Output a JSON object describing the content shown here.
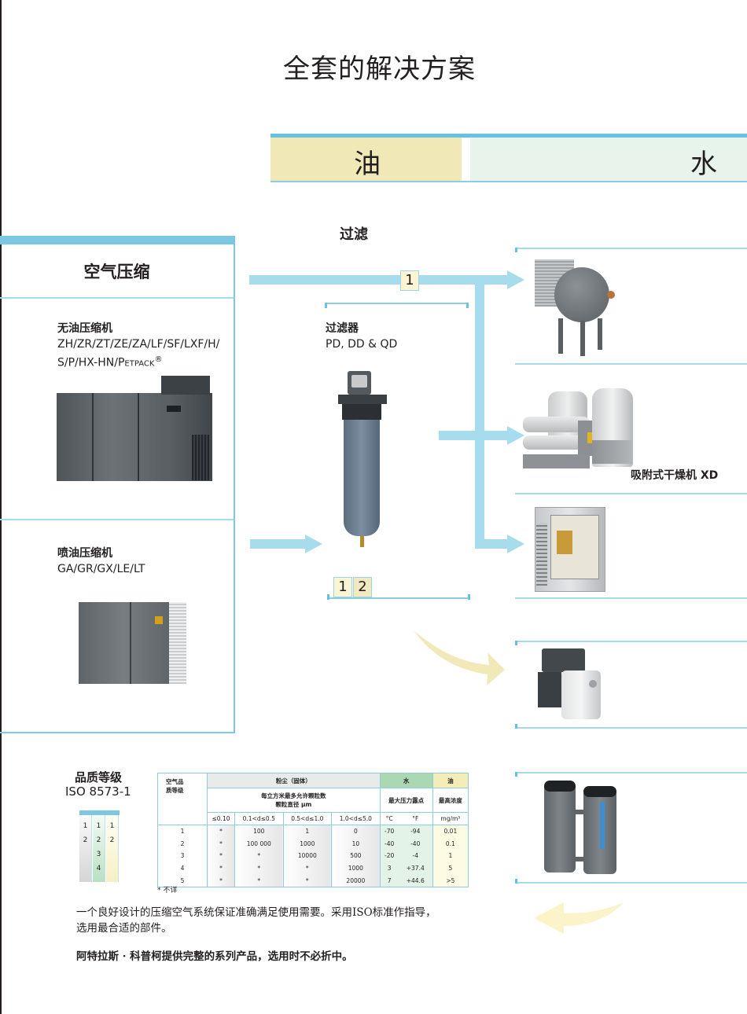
{
  "title": "全套的解决方案",
  "band": {
    "oil": "油",
    "water": "水"
  },
  "air_compression": {
    "heading": "空气压缩",
    "oil_free": {
      "name": "无油压缩机",
      "models_line1": "ZH/ZR/ZT/ZE/ZA/LF/SF/LXF/H/",
      "models_line2_prefix": "S/P/HX-HN/P",
      "models_line2_smallcaps": "ETPACK",
      "models_line2_suffix": "®"
    },
    "oil_injected": {
      "name": "喷油压缩机",
      "models": "GA/GR/GX/LE/LT"
    }
  },
  "filtration": {
    "heading": "过滤",
    "flow_number": "1",
    "filter": {
      "name": "过滤器",
      "models": "PD, DD & QD"
    },
    "class_numbers": [
      "1",
      "2"
    ]
  },
  "right_products": {
    "adsorption_dryer_label": "吸附式干燥机 XD"
  },
  "quality": {
    "title": "品质等级",
    "standard": "ISO 8573-1",
    "mini_table": {
      "col1": [
        "1",
        "2"
      ],
      "col2": [
        "1",
        "2",
        "3",
        "4"
      ],
      "col3": [
        "1",
        "2"
      ]
    },
    "table": {
      "row_header": [
        "空气品",
        "质等级"
      ],
      "dust_header": "粉尘（固体）",
      "dust_sub": [
        "每立方米最多允许颗粒数",
        "颗粒直径 µm"
      ],
      "water_header": "水",
      "water_sub": "最大压力露点",
      "oil_header": "油",
      "oil_sub": "最高浓度",
      "units": [
        "≤0.10",
        "0.1<d≤0.5",
        "0.5<d≤1.0",
        "1.0<d≤5.0",
        "°C",
        "°F",
        "mg/m³"
      ],
      "rows": [
        {
          "class": "1",
          "d1": "*",
          "d2": "100",
          "d3": "1",
          "d4": "0",
          "c": "-70",
          "f": "-94",
          "oil": "0.01"
        },
        {
          "class": "2",
          "d1": "*",
          "d2": "100 000",
          "d3": "1000",
          "d4": "10",
          "c": "-40",
          "f": "-40",
          "oil": "0.1"
        },
        {
          "class": "3",
          "d1": "*",
          "d2": "*",
          "d3": "10000",
          "d4": "500",
          "c": "-20",
          "f": "-4",
          "oil": "1"
        },
        {
          "class": "4",
          "d1": "*",
          "d2": "*",
          "d3": "*",
          "d4": "1000",
          "c": "3",
          "f": "+37.4",
          "oil": "5"
        },
        {
          "class": "5",
          "d1": "*",
          "d2": "*",
          "d3": "*",
          "d4": "20000",
          "c": "7",
          "f": "+44.6",
          "oil": ">5"
        }
      ],
      "footnote": "* 不详"
    }
  },
  "paragraphs": {
    "p1_line1": "一个良好设计的压缩空气系统保证准确满足使用需要。采用ISO标准作指导，",
    "p1_line2": "选用最合适的部件。",
    "p2": "阿特拉斯 · 科普柯提供完整的系列产品，选用时不必折中。"
  },
  "colors": {
    "accent_blue": "#66c2e0",
    "flow_blue": "#a7dcef",
    "oil_yellow": "#f1e8b8",
    "water_green": "#e8f3ec"
  }
}
